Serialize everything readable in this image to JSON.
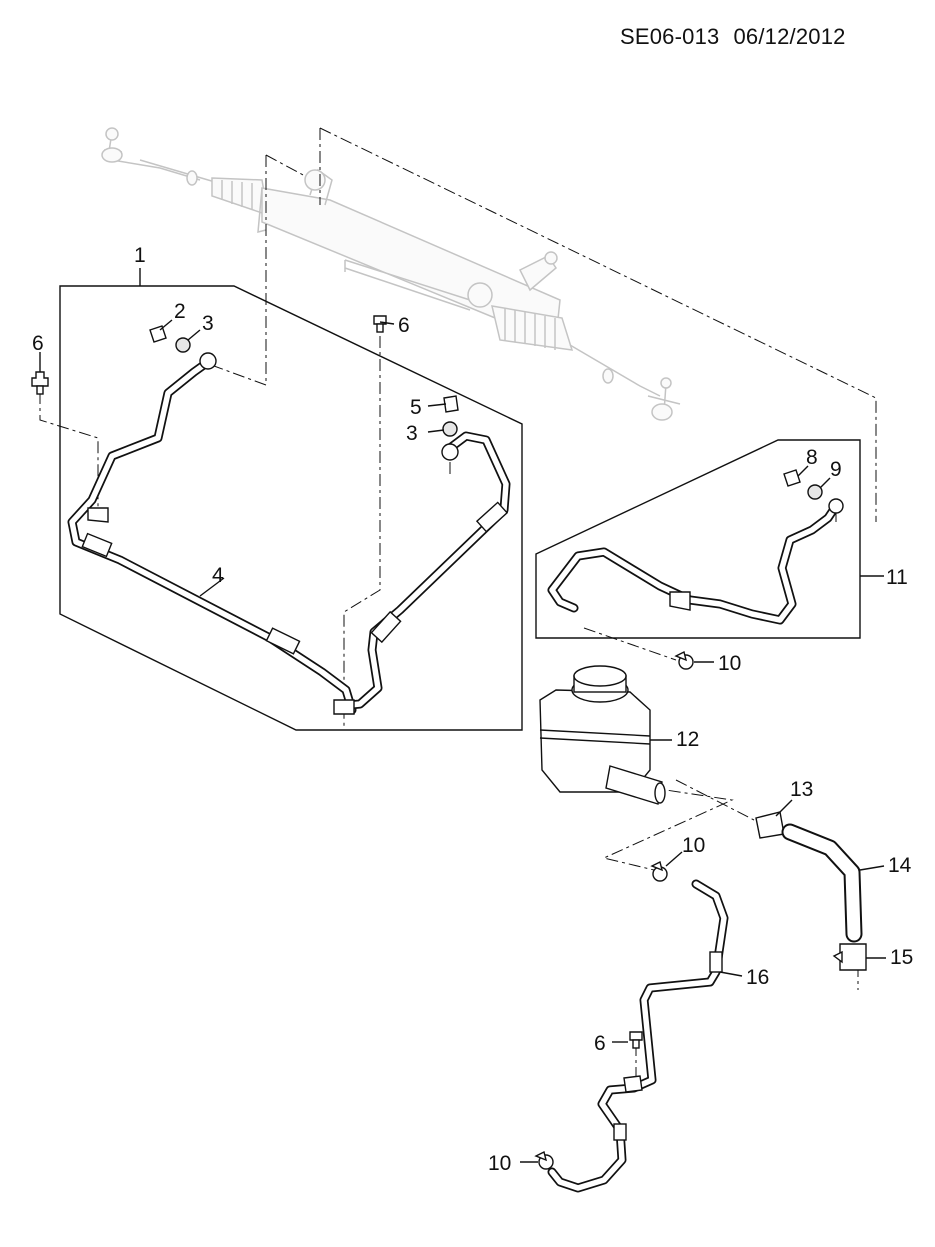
{
  "header": {
    "code": "SE06-013",
    "date": "06/12/2012"
  },
  "callouts": {
    "c1": "1",
    "c2": "2",
    "c3a": "3",
    "c3b": "3",
    "c4": "4",
    "c5": "5",
    "c6a": "6",
    "c6b": "6",
    "c6c": "6",
    "c8": "8",
    "c9": "9",
    "c10a": "10",
    "c10b": "10",
    "c10c": "10",
    "c11": "11",
    "c12": "12",
    "c13": "13",
    "c14": "14",
    "c15": "15",
    "c16": "16"
  }
}
